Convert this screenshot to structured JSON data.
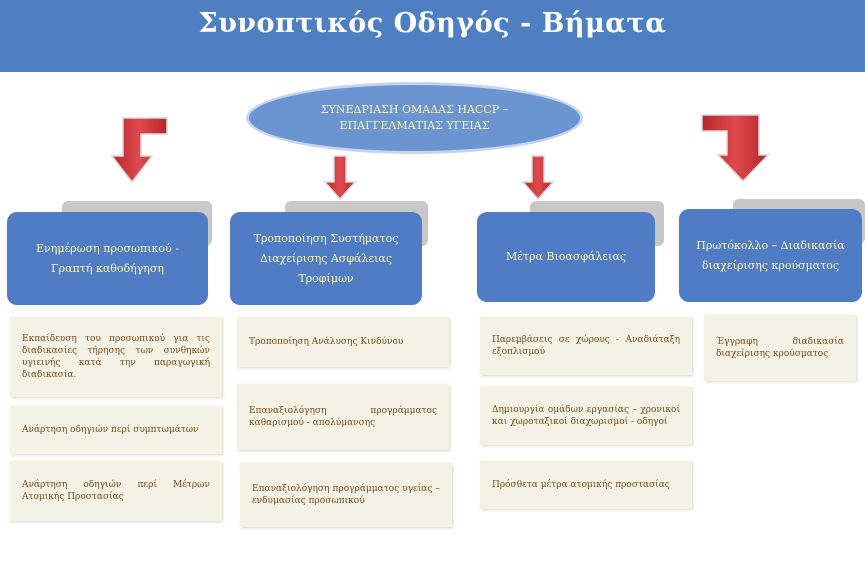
{
  "title": "Συνοπτικός Οδηγός - Βήματα",
  "central": {
    "line1": "ΣΥΝΕΔΡΙΑΣΗ ΟΜΑΔΑΣ HACCP –",
    "line2": "ΕΠΑΓΓΕΛΜΑΤΙΑΣ ΥΓΕΙΑΣ"
  },
  "colors": {
    "header": "#4e7fc3",
    "box": "#4f7cc4",
    "arrow": "#c0272d",
    "card": "#f3f2e4"
  },
  "columns": [
    {
      "label": "Ενημέρωση προσωπικού - Γραπτή καθοδήγηση",
      "items": [
        "Εκπαίδευση του προσωπικού για τις διαδικασίες τήρησης των συνθηκών υγιεινής κατά την παραγωγική διαδικασία.",
        "Ανάρτηση οδηγιών περί συμπτωμάτων",
        "Ανάρτηση οδηγιών περί Μέτρων Ατομικής Προστασίας"
      ]
    },
    {
      "label": "Τροποποίηση Συστήματος Διαχείρισης Ασφάλειας Τροφίμων",
      "items": [
        "Τροποποίηση Ανάλυσης Κινδύνου",
        "Επαναξιολόγηση προγράμματος καθαρισμού - απολύμανσης",
        "Επαναξιολόγηση προγράμματος υγείας – ενδυμασίας προσωπικού"
      ]
    },
    {
      "label": "Μέτρα Βιοασφάλειας",
      "items": [
        "Παρεμβάσεις σε χώρους - Αναδιάταξη εξοπλισμού",
        "Δημιουργία ομάδων εργασίας – χρονικοί και χωροταξικοί διαχωρισμοί - οδηγοί",
        "Πρόσθετα μέτρα ατομικής προστασίας"
      ]
    },
    {
      "label": "Πρωτόκολλο – Διαδικασία διαχείρισης κρούσματος",
      "items": [
        "Έγγραφη διαδικασία διαχείρισης κρούσματος"
      ]
    }
  ]
}
